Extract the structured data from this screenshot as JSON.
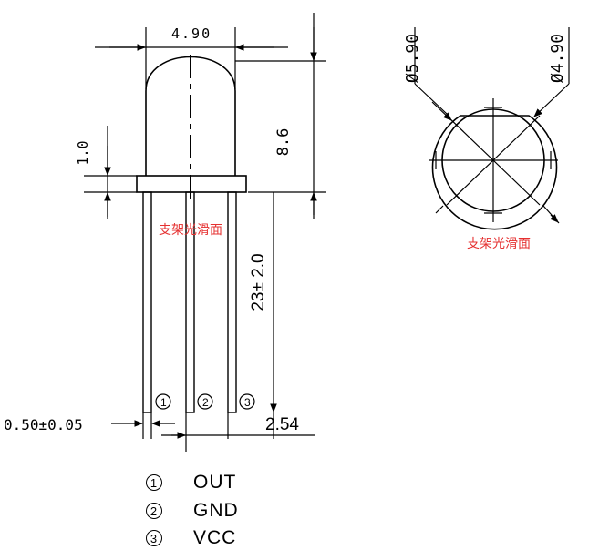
{
  "side_view": {
    "body_width": "4.90",
    "body_height": "8.6",
    "flange_height": "1.0",
    "lead_length": "23± 2.0",
    "lead_width": "0.50±0.05",
    "pitch": "2.54",
    "bracket_note": "支架光滑面",
    "pins": [
      "①",
      "②",
      "③"
    ]
  },
  "top_view": {
    "outer_dia": "Ø5.90",
    "inner_dia": "Ø4.90",
    "bracket_note": "支架光滑面"
  },
  "legend": [
    {
      "num": "①",
      "label": "OUT"
    },
    {
      "num": "②",
      "label": "GND"
    },
    {
      "num": "③",
      "label": "VCC"
    }
  ]
}
